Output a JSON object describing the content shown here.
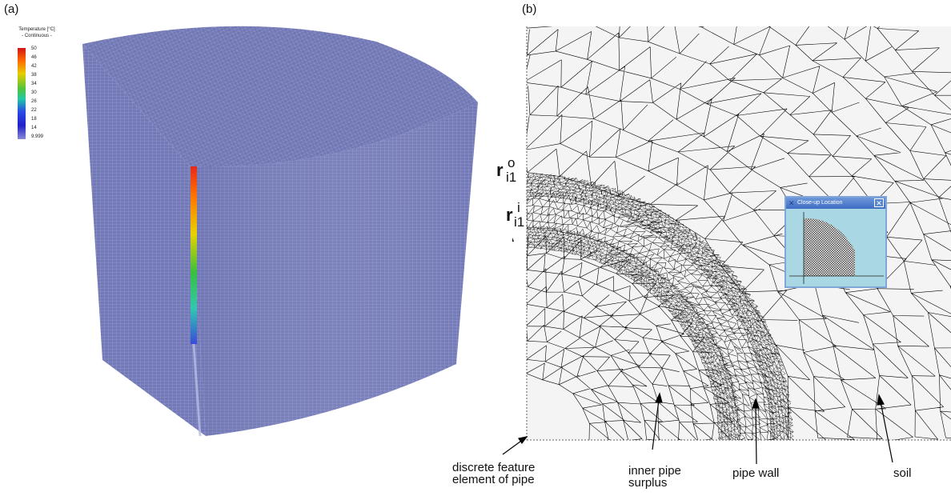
{
  "panel_a": {
    "label": "(a)",
    "legend": {
      "title": "Temperature [°C]",
      "subtitle": "- Continuous -",
      "ticks": [
        "50",
        "46",
        "42",
        "38",
        "34",
        "30",
        "26",
        "22",
        "18",
        "14",
        "9.999"
      ]
    }
  },
  "panel_b": {
    "label": "(b)",
    "r_outer": {
      "base": "r",
      "sup": "o",
      "sub": "i1"
    },
    "r_inner": {
      "base": "r",
      "sup": "i",
      "sub": "i1"
    },
    "closeup_window": {
      "title": "Close-up Location",
      "close_glyph": "✕"
    },
    "annotations": {
      "discrete_feature_line1": "discrete feature",
      "discrete_feature_line2": "element of pipe",
      "inner_pipe_line1": "inner pipe",
      "inner_pipe_line2": "surplus",
      "pipe_wall": "pipe wall",
      "soil": "soil"
    }
  },
  "colors": {
    "cube_face": "#7379b6",
    "mesh_line": "#000000",
    "mesh_background": "#f4f4f4",
    "closeup_bg": "#a9d7e3"
  }
}
